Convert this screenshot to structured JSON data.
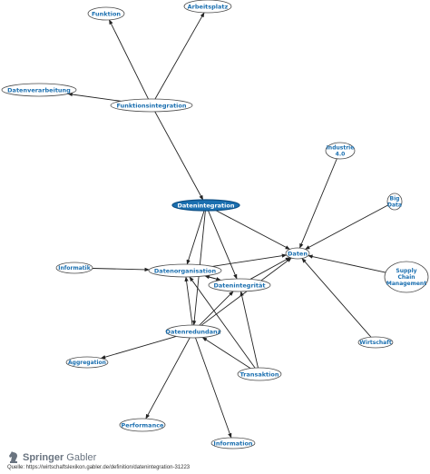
{
  "diagram": {
    "colors": {
      "node_fill": "#ffffff",
      "node_stroke": "#4a4a4a",
      "label": "#1a6fb0",
      "main_fill": "#1a6fb0",
      "main_label": "#ffffff",
      "edge": "#222222"
    },
    "nodes": [
      {
        "id": "funktion",
        "label": "Funktion"
      },
      {
        "id": "arbeitsplatz",
        "label": "Arbeitsplatz"
      },
      {
        "id": "datenverarbeitung",
        "label": "Datenverarbeitung"
      },
      {
        "id": "funktionsintegration",
        "label": "Funktionsintegration"
      },
      {
        "id": "industrie",
        "label": "Industrie 4.0"
      },
      {
        "id": "bigdata",
        "label": "Big Data"
      },
      {
        "id": "datenintegration",
        "label": "Datenintegration",
        "main": true
      },
      {
        "id": "daten",
        "label": "Daten"
      },
      {
        "id": "informatik",
        "label": "Informatik"
      },
      {
        "id": "datenorganisation",
        "label": "Datenorganisation"
      },
      {
        "id": "scm",
        "label": "Supply Chain Management"
      },
      {
        "id": "datenintegritaet",
        "label": "Datenintegrität"
      },
      {
        "id": "datenredundanz",
        "label": "Datenredundanz"
      },
      {
        "id": "wirtschaft",
        "label": "Wirtschaft"
      },
      {
        "id": "aggregation",
        "label": "Aggregation"
      },
      {
        "id": "transaktion",
        "label": "Transaktion"
      },
      {
        "id": "performance",
        "label": "Performance"
      },
      {
        "id": "information",
        "label": "Information"
      }
    ],
    "edges": [
      {
        "from": "funktionsintegration",
        "to": "funktion"
      },
      {
        "from": "funktionsintegration",
        "to": "arbeitsplatz"
      },
      {
        "from": "funktionsintegration",
        "to": "datenverarbeitung"
      },
      {
        "from": "funktionsintegration",
        "to": "datenintegration"
      },
      {
        "from": "datenintegration",
        "to": "daten"
      },
      {
        "from": "datenintegration",
        "to": "datenorganisation"
      },
      {
        "from": "datenintegration",
        "to": "datenintegritaet"
      },
      {
        "from": "datenintegration",
        "to": "datenredundanz"
      },
      {
        "from": "industrie",
        "to": "daten"
      },
      {
        "from": "bigdata",
        "to": "daten"
      },
      {
        "from": "scm",
        "to": "daten"
      },
      {
        "from": "wirtschaft",
        "to": "daten"
      },
      {
        "from": "informatik",
        "to": "datenorganisation"
      },
      {
        "from": "datenorganisation",
        "to": "daten"
      },
      {
        "from": "datenorganisation",
        "to": "datenintegritaet"
      },
      {
        "from": "datenintegritaet",
        "to": "daten"
      },
      {
        "from": "datenintegritaet",
        "to": "datenorganisation"
      },
      {
        "from": "datenredundanz",
        "to": "daten"
      },
      {
        "from": "datenredundanz",
        "to": "datenorganisation"
      },
      {
        "from": "datenredundanz",
        "to": "datenintegritaet"
      },
      {
        "from": "datenredundanz",
        "to": "aggregation"
      },
      {
        "from": "datenredundanz",
        "to": "performance"
      },
      {
        "from": "datenredundanz",
        "to": "information"
      },
      {
        "from": "transaktion",
        "to": "datenintegritaet"
      },
      {
        "from": "transaktion",
        "to": "datenorganisation"
      },
      {
        "from": "transaktion",
        "to": "datenredundanz"
      }
    ]
  },
  "footer": {
    "brand_first": "Springer",
    "brand_second": "Gabler",
    "source": "Quelle: https://wirtschaftslexikon.gabler.de/definition/datenintegration-31223"
  }
}
